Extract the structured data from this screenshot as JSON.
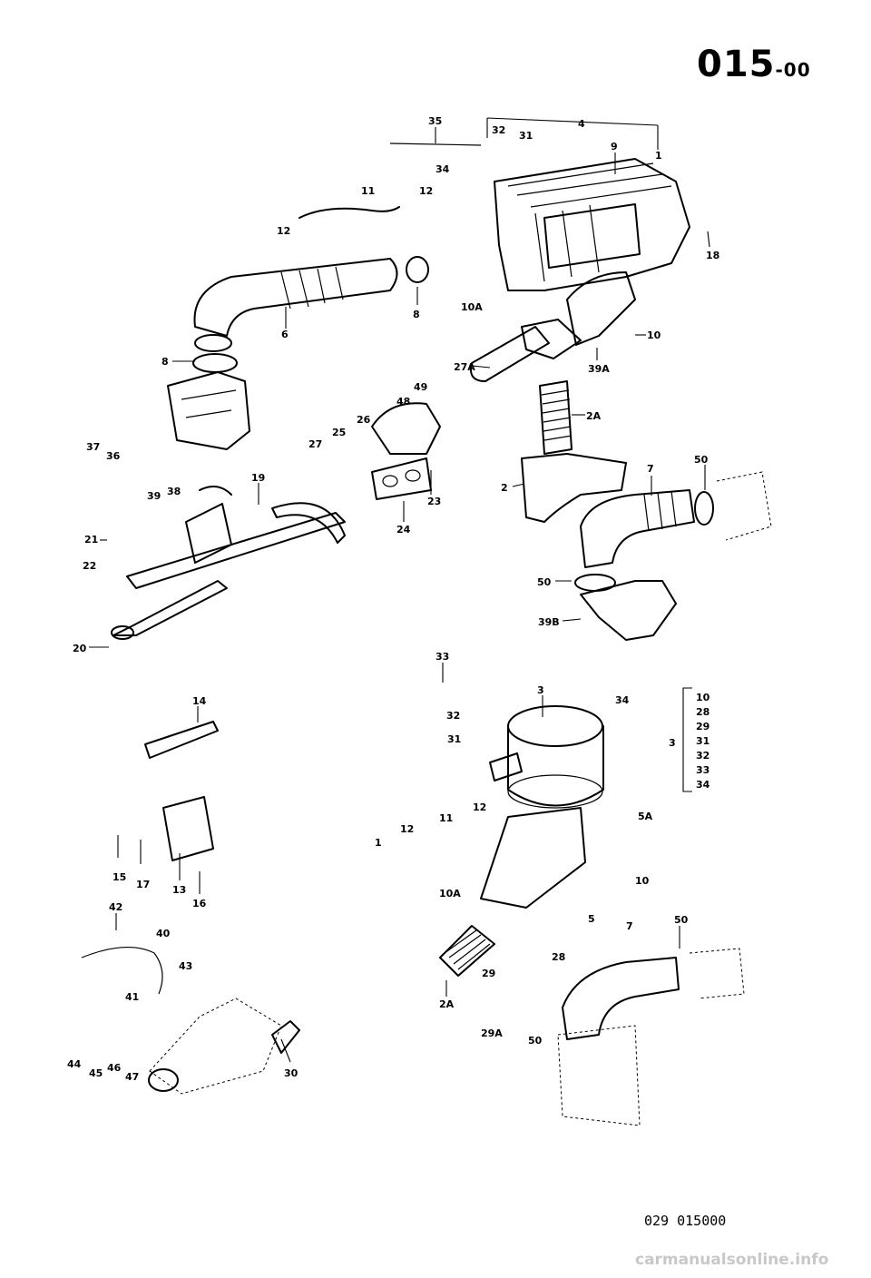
{
  "header": {
    "page_number": "015",
    "page_suffix": "-00"
  },
  "footer": {
    "drawing_number": "029 015000",
    "watermark": "carmanualsonline.info"
  },
  "callouts": {
    "top": [
      "35",
      "32",
      "31",
      "4",
      "9",
      "1",
      "34",
      "11",
      "12",
      "12",
      "18",
      "8",
      "10A",
      "6",
      "8",
      "10",
      "39A",
      "27A",
      "49",
      "48",
      "2A",
      "26",
      "25",
      "27",
      "37",
      "36",
      "39",
      "38",
      "19",
      "23",
      "24",
      "2",
      "7",
      "50",
      "21",
      "22",
      "50",
      "39B",
      "20"
    ],
    "bottom": [
      "33",
      "32",
      "3",
      "34",
      "31",
      "10",
      "28",
      "29",
      "31",
      "32",
      "33",
      "34",
      "3",
      "5A",
      "12",
      "11",
      "12",
      "1",
      "10A",
      "10",
      "5",
      "14",
      "15",
      "17",
      "13",
      "16",
      "42",
      "40",
      "43",
      "41",
      "44",
      "45",
      "46",
      "47",
      "30",
      "2A",
      "29",
      "28",
      "29A",
      "7",
      "50",
      "50"
    ]
  }
}
